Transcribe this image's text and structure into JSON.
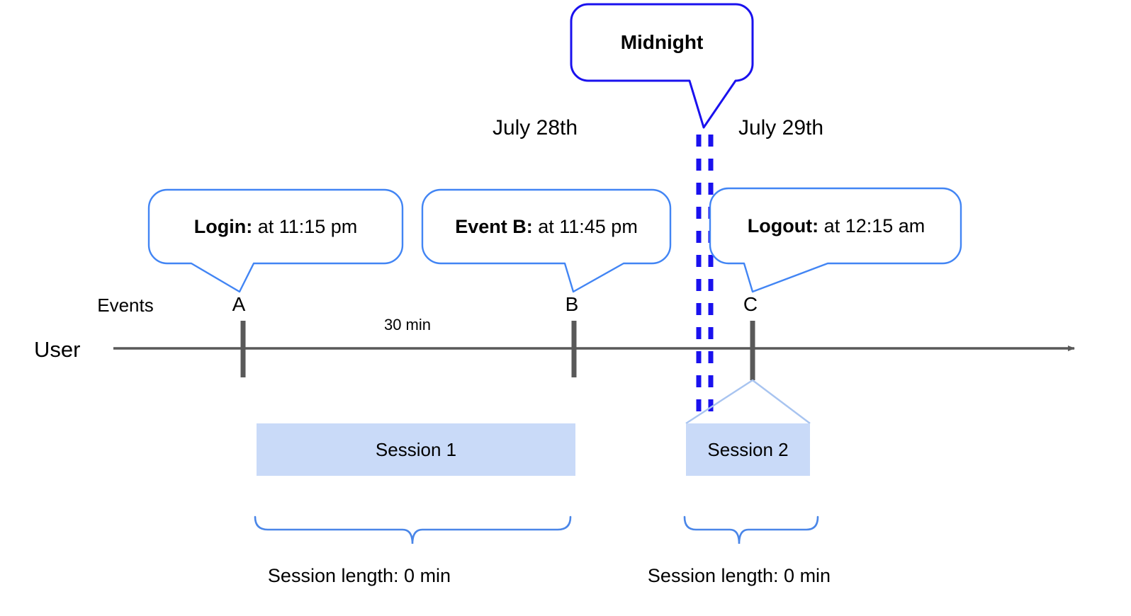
{
  "diagram": {
    "title_hidden": "",
    "axis": {
      "row_label": "User",
      "events_label": "Events"
    },
    "dates": [
      {
        "label": "July 28th"
      },
      {
        "label": "July 29th"
      }
    ],
    "midnight": {
      "label": "Midnight"
    },
    "events": [
      {
        "id": "A",
        "tick_label": "A",
        "callout_bold": "Login:",
        "callout_rest": " at 11:15 pm"
      },
      {
        "id": "B",
        "tick_label": "B",
        "callout_bold": "Event B:",
        "callout_rest": " at 11:45 pm"
      },
      {
        "id": "C",
        "tick_label": "C",
        "callout_bold": "Logout:",
        "callout_rest": " at 12:15 am"
      }
    ],
    "gap_label": "30 min",
    "sessions": [
      {
        "name": "Session 1",
        "length_label": "Session length: 0 min"
      },
      {
        "name": "Session 2",
        "length_label": "Session length: 0 min"
      }
    ],
    "colors": {
      "session_fill": "#c9daf8",
      "callout_border": "#4285f4",
      "midnight_border": "#1a11ee",
      "axis": "#595959",
      "brace": "#4a86e8"
    }
  }
}
